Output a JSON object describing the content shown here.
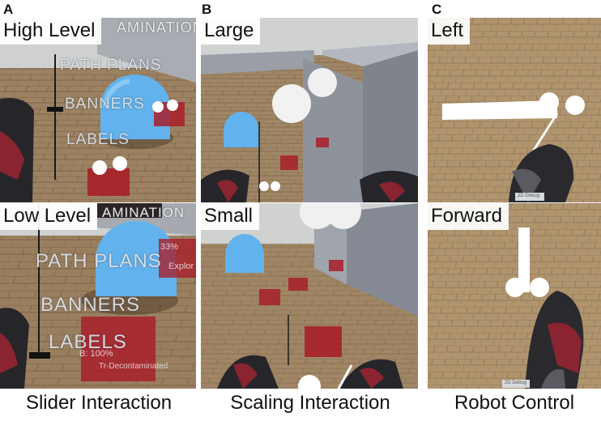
{
  "panels": [
    {
      "letter": "A",
      "caption": "Slider Interaction",
      "top_label": "High Level",
      "bottom_label": "Low Level",
      "scene_text": {
        "wall": "AMINATION",
        "items": [
          "PATH PLANS",
          "BANNERS",
          "LABELS"
        ],
        "percent": "33%",
        "status": "B: 100%",
        "contaminated": "Tr-Decontaminated",
        "explore": "Explor"
      }
    },
    {
      "letter": "B",
      "caption": "Scaling Interaction",
      "top_label": "Large",
      "bottom_label": "Small"
    },
    {
      "letter": "C",
      "caption": "Robot Control",
      "top_label": "Left",
      "bottom_label": "Forward",
      "debug": "2D Debug"
    }
  ],
  "colors": {
    "floor": "#9a8060",
    "sky": "#d2d4d4",
    "wall": "#8f939c",
    "dome": "#62b2ee",
    "box": "#a81f2a",
    "controller": "#2a2a2e"
  }
}
